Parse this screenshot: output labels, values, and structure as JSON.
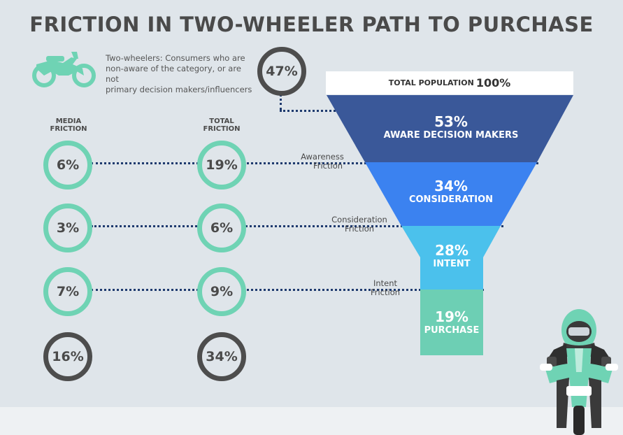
{
  "title": "FRICTION IN TWO-WHEELER PATH TO PURCHASE",
  "intro": {
    "line1": "Two-wheelers: Consumers who are",
    "line2": "non-aware of the category, or are not",
    "line3": "primary decision makers/influencers",
    "value": "47%"
  },
  "columns": {
    "media": [
      "MEDIA",
      "FRICTION"
    ],
    "total": [
      "TOTAL",
      "FRICTION"
    ]
  },
  "rows": [
    {
      "media": "6%",
      "total": "19%",
      "friction": [
        "Awareness",
        "Friction"
      ]
    },
    {
      "media": "3%",
      "total": "6%",
      "friction": [
        "Consideration",
        "Friction"
      ]
    },
    {
      "media": "7%",
      "total": "9%",
      "friction": [
        "Intent",
        "Friction"
      ]
    }
  ],
  "totals": {
    "media": "16%",
    "total": "34%"
  },
  "funnel": {
    "top_label": "TOTAL POPULATION",
    "top_value": "100%",
    "stages": [
      {
        "pct": "53%",
        "label": "AWARE DECISION MAKERS",
        "color": "#3a5899"
      },
      {
        "pct": "34%",
        "label": "CONSIDERATION",
        "color": "#3b82f0"
      },
      {
        "pct": "28%",
        "label": "INTENT",
        "color": "#4bc1ec"
      },
      {
        "pct": "19%",
        "label": "PURCHASE",
        "color": "#6dcfb4"
      }
    ]
  },
  "colors": {
    "accent_teal": "#6fd3b4",
    "dark_ring": "#4d4d4d",
    "dots": "#1e3a6e",
    "text": "#4a4a4a"
  },
  "icons": [
    "motorcycle-icon",
    "rider-illustration"
  ]
}
